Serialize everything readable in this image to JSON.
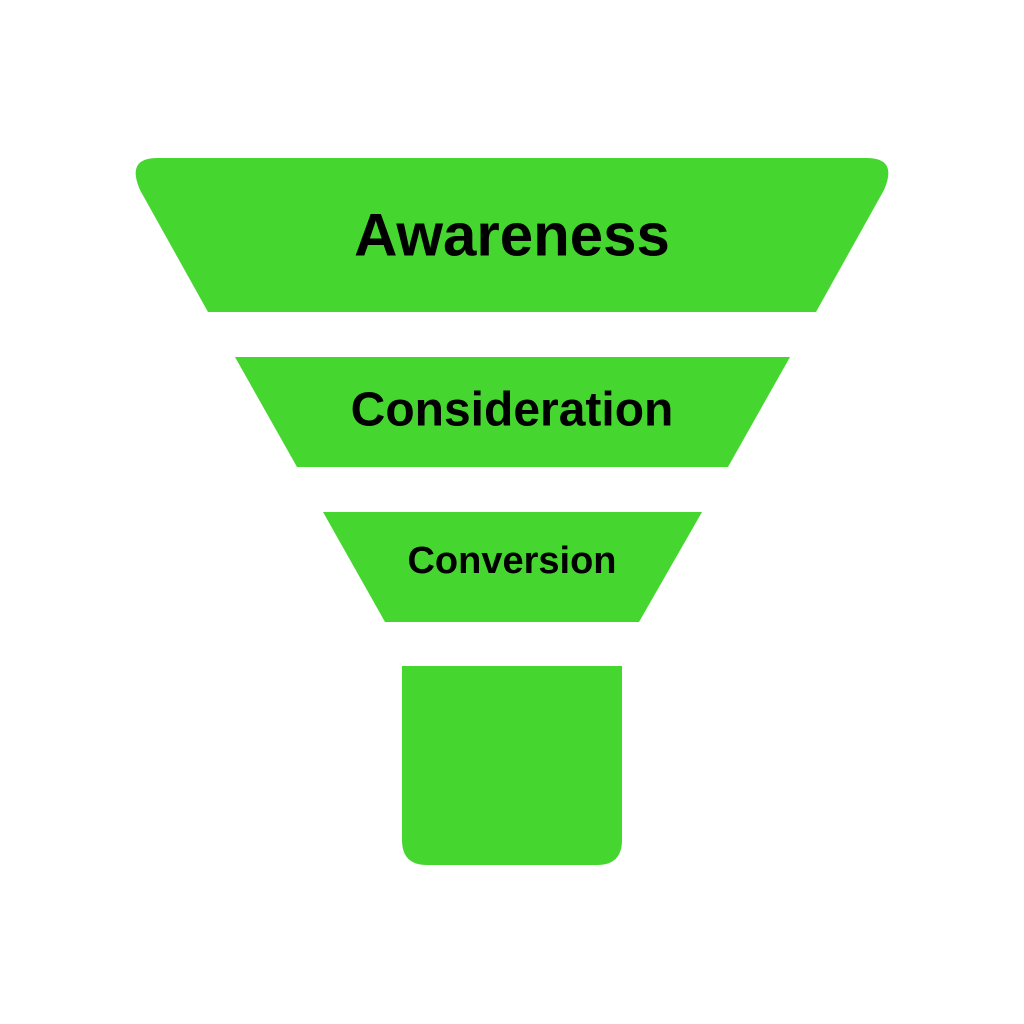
{
  "colors": {
    "background": "#ffffff",
    "funnel_fill": "#46d630",
    "label_text": "#000000"
  },
  "stages": [
    {
      "label": "Awareness"
    },
    {
      "label": "Consideration"
    },
    {
      "label": "Conversion"
    }
  ],
  "stem": {
    "label": ""
  }
}
